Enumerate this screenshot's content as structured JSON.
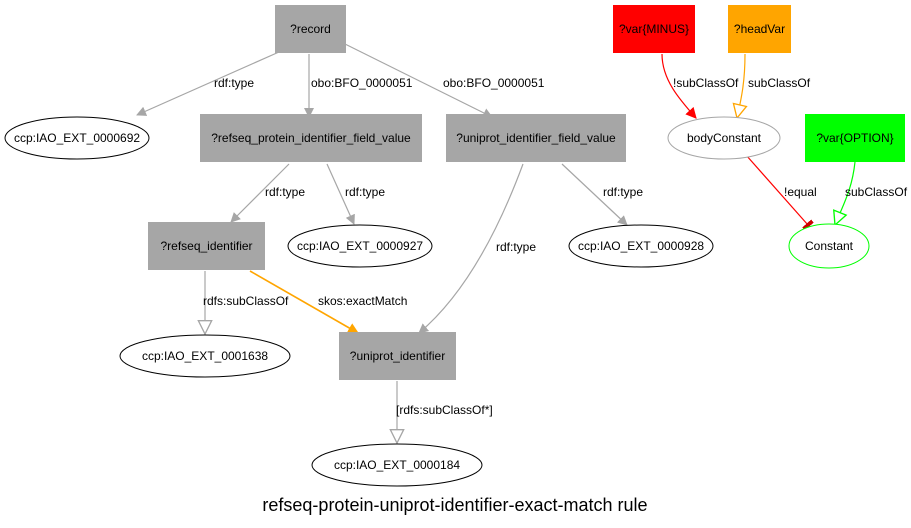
{
  "title": "refseq-protein-uniprot-identifier-exact-match rule",
  "colors": {
    "gray_node": "#a6a6a6",
    "gray_edge": "#a6a6a6",
    "red": "#ff0000",
    "orange": "#ffa500",
    "green": "#00ff00",
    "dark_red": "#cc0000",
    "text": "#000000"
  },
  "nodes": {
    "record": "?record",
    "refseq_field": "?refseq_protein_identifier_field_value",
    "uniprot_field": "?uniprot_identifier_field_value",
    "refseq_id": "?refseq_identifier",
    "uniprot_id": "?uniprot_identifier",
    "iao_692": "ccp:IAO_EXT_0000692",
    "iao_927": "ccp:IAO_EXT_0000927",
    "iao_928": "ccp:IAO_EXT_0000928",
    "iao_1638": "ccp:IAO_EXT_0001638",
    "iao_184": "ccp:IAO_EXT_0000184",
    "var_minus": "?var{MINUS}",
    "head_var": "?headVar",
    "body_constant": "bodyConstant",
    "var_option": "?var{OPTION}",
    "constant": "Constant"
  },
  "edges": {
    "record_692": "rdf:type",
    "record_refseq": "obo:BFO_0000051",
    "record_uniprot": "obo:BFO_0000051",
    "refseqfield_refseqid": "rdf:type",
    "refseqfield_927": "rdf:type",
    "uniprotfield_uniprotid": "rdf:type",
    "uniprotfield_928": "rdf:type",
    "refseqid_1638": "rdfs:subClassOf",
    "refseqid_uniprotid": "skos:exactMatch",
    "uniprotid_184": "[rdfs:subClassOf*]",
    "minus_body": "!subClassOf",
    "head_body": "subClassOf",
    "body_constant": "!equal",
    "option_constant": "subClassOf"
  }
}
